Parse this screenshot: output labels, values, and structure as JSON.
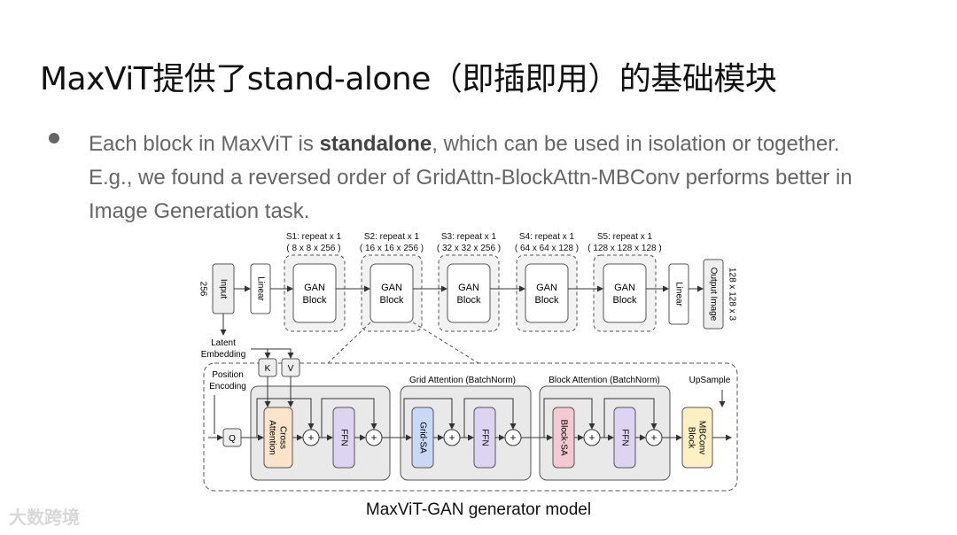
{
  "slide": {
    "title": "MaxViT提供了stand-alone（即插即用）的基础模块",
    "bullet": {
      "prefix": "Each block in MaxViT is ",
      "bold": "standalone",
      "suffix": ", which can be used in isolation or together. E.g., we found a reversed order of GridAttn-BlockAttn-MBConv performs better in Image Generation task."
    },
    "caption": "MaxViT-GAN generator model",
    "watermark": "大数跨境"
  },
  "diagram": {
    "input": {
      "label": "Input",
      "dim": "256"
    },
    "linear_in": "Linear",
    "stages": [
      {
        "name": "S1: repeat x 1",
        "shape": "( 8 x 8 x 256 )",
        "block": [
          "GAN",
          "Block"
        ]
      },
      {
        "name": "S2: repeat x 1",
        "shape": "( 16 x 16 x 256 )",
        "block": [
          "GAN",
          "Block"
        ]
      },
      {
        "name": "S3: repeat x 1",
        "shape": "( 32 x 32 x 256 )",
        "block": [
          "GAN",
          "Block"
        ]
      },
      {
        "name": "S4: repeat x 1",
        "shape": "( 64 x 64 x 128 )",
        "block": [
          "GAN",
          "Block"
        ]
      },
      {
        "name": "S5: repeat x 1",
        "shape": "( 128 x 128 x 128 )",
        "block": [
          "GAN",
          "Block"
        ]
      }
    ],
    "linear_out": "Linear",
    "output": {
      "label": "Output Image",
      "dim": "128 x 128 x 3"
    },
    "latent_embedding": [
      "Latent",
      "Embedding"
    ],
    "position_encoding": [
      "Position",
      "Encoding"
    ],
    "k": "K",
    "v": "V",
    "q": "Q",
    "cross_attention": [
      "Cross",
      "Attention"
    ],
    "ffn": "FFN",
    "grid_attention_title": "Grid Attention (BatchNorm)",
    "grid_sa": "Grid-SA",
    "block_attention_title": "Block Attention (BatchNorm)",
    "block_sa": "Block-SA",
    "upsample": "UpSample",
    "mbconv": [
      "MBConv",
      "Block"
    ],
    "plus": "+"
  },
  "colors": {
    "orange": "#fbe3cc",
    "purple": "#dcd4f0",
    "blue": "#c7d9f5",
    "pink": "#f4c9d2",
    "yellow": "#fdf0c3",
    "gray_box": "#e9e9e9"
  }
}
